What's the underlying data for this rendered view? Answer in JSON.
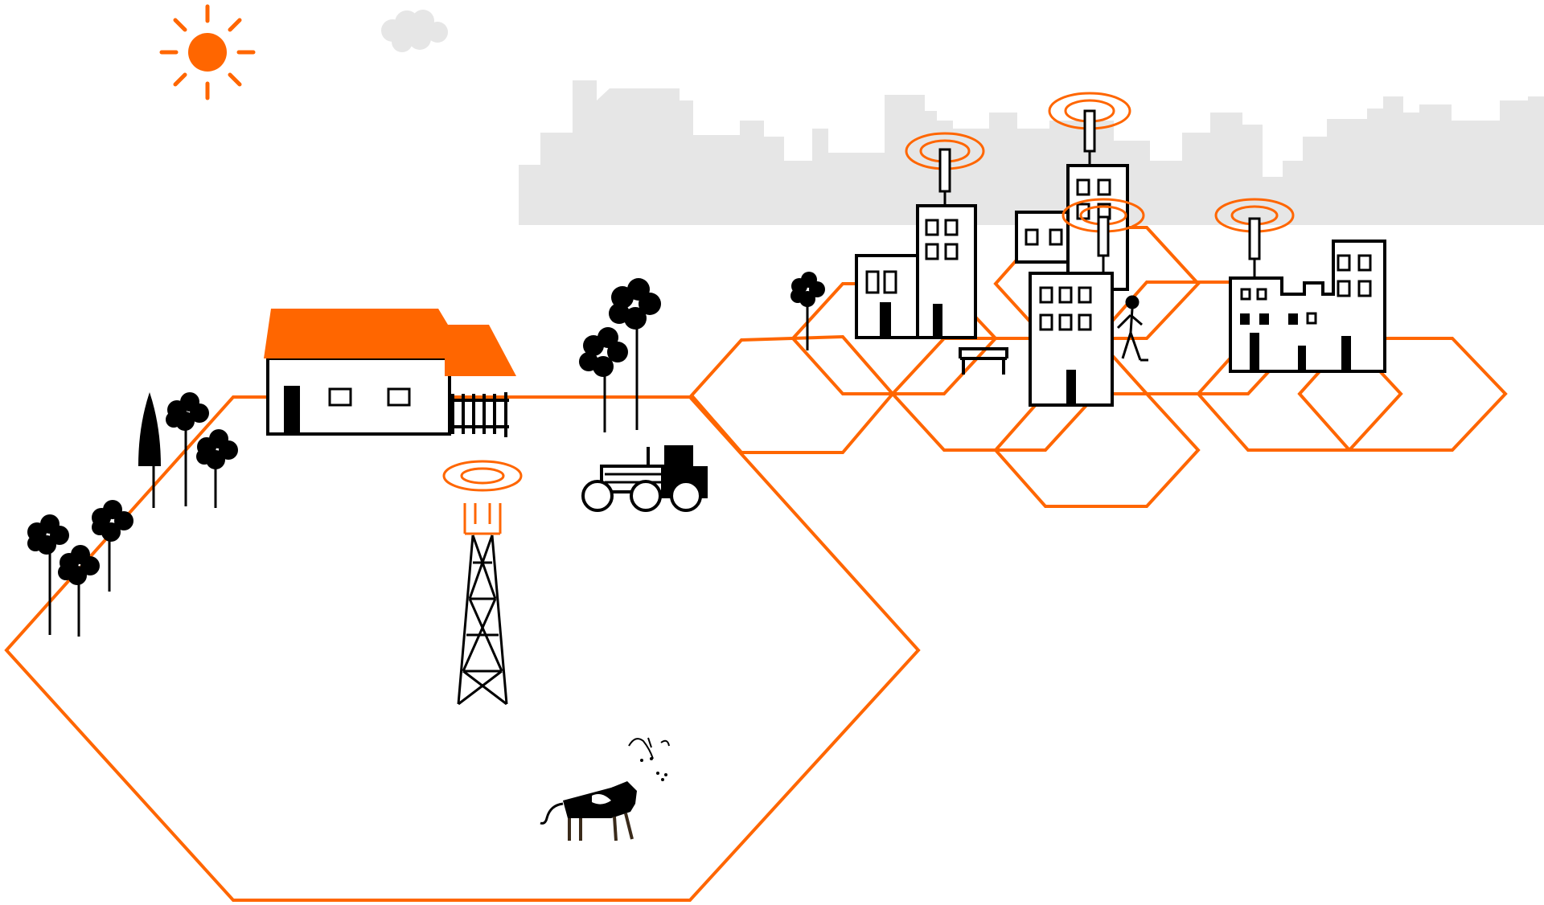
{
  "colors": {
    "accent": "#ff6600",
    "ink": "#000000",
    "skyline": "#e6e6e6",
    "background": "#ffffff"
  },
  "scene": {
    "macro_cell_count": 1,
    "small_cell_count": 8,
    "rooftop_antenna_count": 4,
    "icons": [
      "sun-icon",
      "cloud-icon",
      "city-skyline",
      "farmhouse-icon",
      "macro-tower-icon",
      "tractor-icon",
      "cow-icon",
      "tree-icon",
      "office-building-icon",
      "rooftop-antenna-icon",
      "pedestrian-icon",
      "bench-icon"
    ]
  }
}
